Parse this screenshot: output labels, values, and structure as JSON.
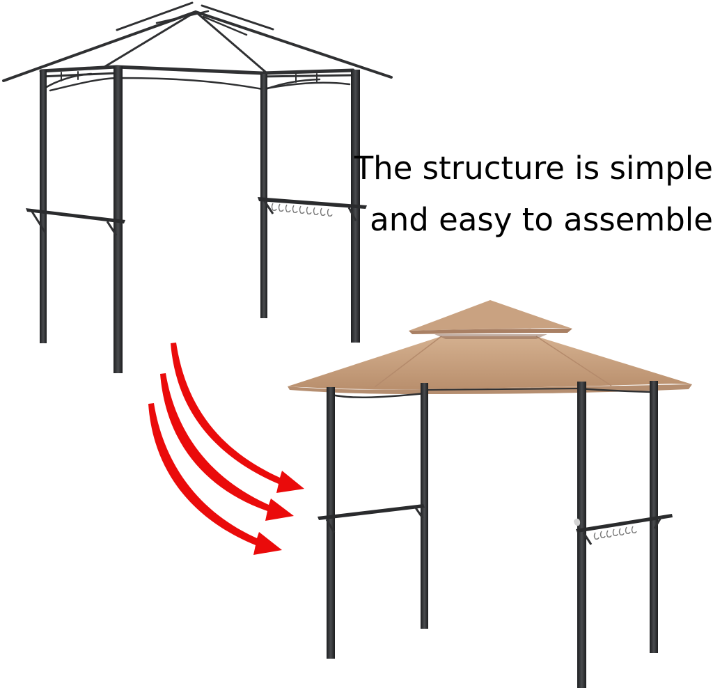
{
  "caption": {
    "line_1": "The structure is simple",
    "line_2": "and easy to assemble"
  },
  "illustrations": {
    "before": "frame-only-gazebo",
    "after": "covered-gazebo",
    "transition": "red-curved-arrows"
  },
  "colors": {
    "frame": "#2f3032",
    "frame_light": "#4a4b4d",
    "canopy": "#c7a07f",
    "canopy_shadow": "#a98064",
    "arrow": "#ea0b0b",
    "text": "#000000",
    "background": "#ffffff"
  }
}
